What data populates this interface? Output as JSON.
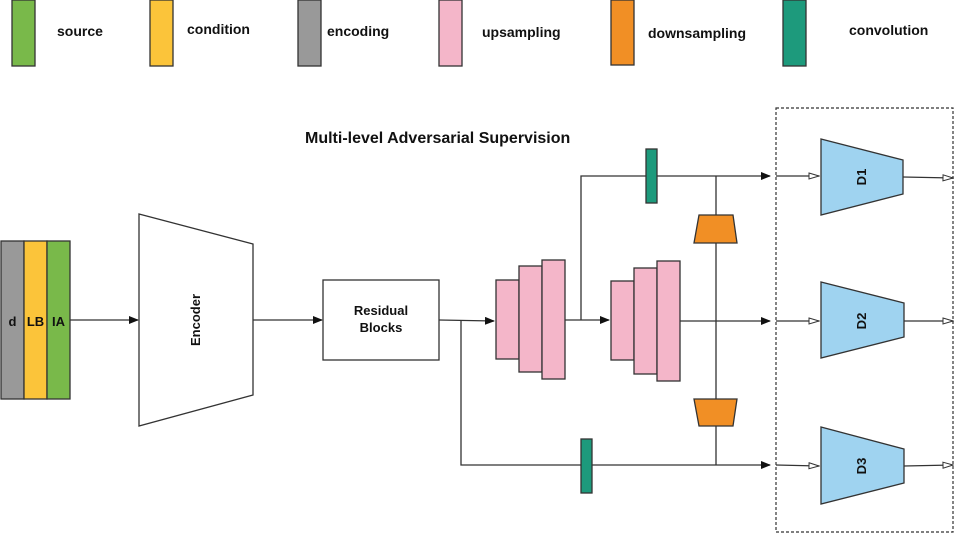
{
  "legend": [
    {
      "label": "source",
      "color": "#79b94a"
    },
    {
      "label": "condition",
      "color": "#fbc43a"
    },
    {
      "label": "encoding",
      "color": "#999999"
    },
    {
      "label": "upsampling",
      "color": "#f4b6c9"
    },
    {
      "label": "downsampling",
      "color": "#f18f25"
    },
    {
      "label": "convolution",
      "color": "#1d9a7c"
    }
  ],
  "title": "Multi-level Adversarial Supervision",
  "input_stack": {
    "layers": [
      "d",
      "LB",
      "IA"
    ]
  },
  "encoder": {
    "label": "Encoder"
  },
  "residual": {
    "line1": "Residual",
    "line2": "Blocks"
  },
  "discriminators": [
    {
      "label": "D1"
    },
    {
      "label": "D2"
    },
    {
      "label": "D3"
    }
  ],
  "colors": {
    "discriminator": "#9fd3f0",
    "stroke": "#333333"
  }
}
